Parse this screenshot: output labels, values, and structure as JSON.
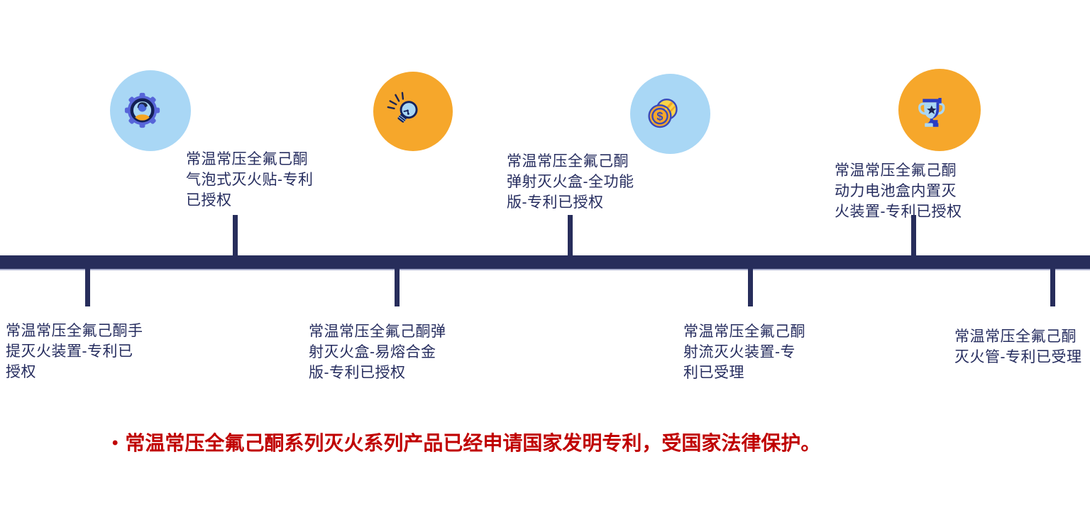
{
  "palette": {
    "timeline_navy": "#272D5B",
    "text_navy": "#262D5F",
    "light_blue_circle": "#A9D7F5",
    "orange_circle": "#F6A72B",
    "note_red": "#C00000",
    "icon_periwinkle": "#5765D9",
    "icon_dark_navy": "#1B2453",
    "icon_orange": "#F5A623",
    "icon_yellow": "#FBD449"
  },
  "icons": [
    {
      "name": "gear-user-icon",
      "circle_color": "#A9D7F5"
    },
    {
      "name": "lightbulb-icon",
      "circle_color": "#F6A72B"
    },
    {
      "name": "coins-icon",
      "circle_color": "#A9D7F5"
    },
    {
      "name": "trophy-icon",
      "circle_color": "#F6A72B"
    }
  ],
  "top_milestones": [
    {
      "lines": [
        "常温常压全氟己酮",
        "气泡式灭火贴-专利",
        "已授权"
      ]
    },
    {
      "lines": [
        "常温常压全氟己酮",
        "弹射灭火盒-全功能",
        "版-专利已授权"
      ]
    },
    {
      "lines": [
        "常温常压全氟己酮",
        "动力电池盒内置灭",
        "火装置-专利已授权"
      ]
    }
  ],
  "bottom_milestones": [
    {
      "lines": [
        "常温常压全氟己酮手",
        "提灭火装置-专利已",
        "授权"
      ]
    },
    {
      "lines": [
        "常温常压全氟己酮弹",
        "射灭火盒-易熔合金",
        "版-专利已授权"
      ]
    },
    {
      "lines": [
        "常温常压全氟己酮",
        "射流灭火装置-专",
        "利已受理"
      ]
    },
    {
      "lines": [
        "常温常压全氟己酮",
        "灭火管-专利已受理"
      ]
    }
  ],
  "note": {
    "bullet": "•",
    "text": "常温常压全氟己酮系列灭火系列产品已经申请国家发明专利，受国家法律保护。"
  }
}
